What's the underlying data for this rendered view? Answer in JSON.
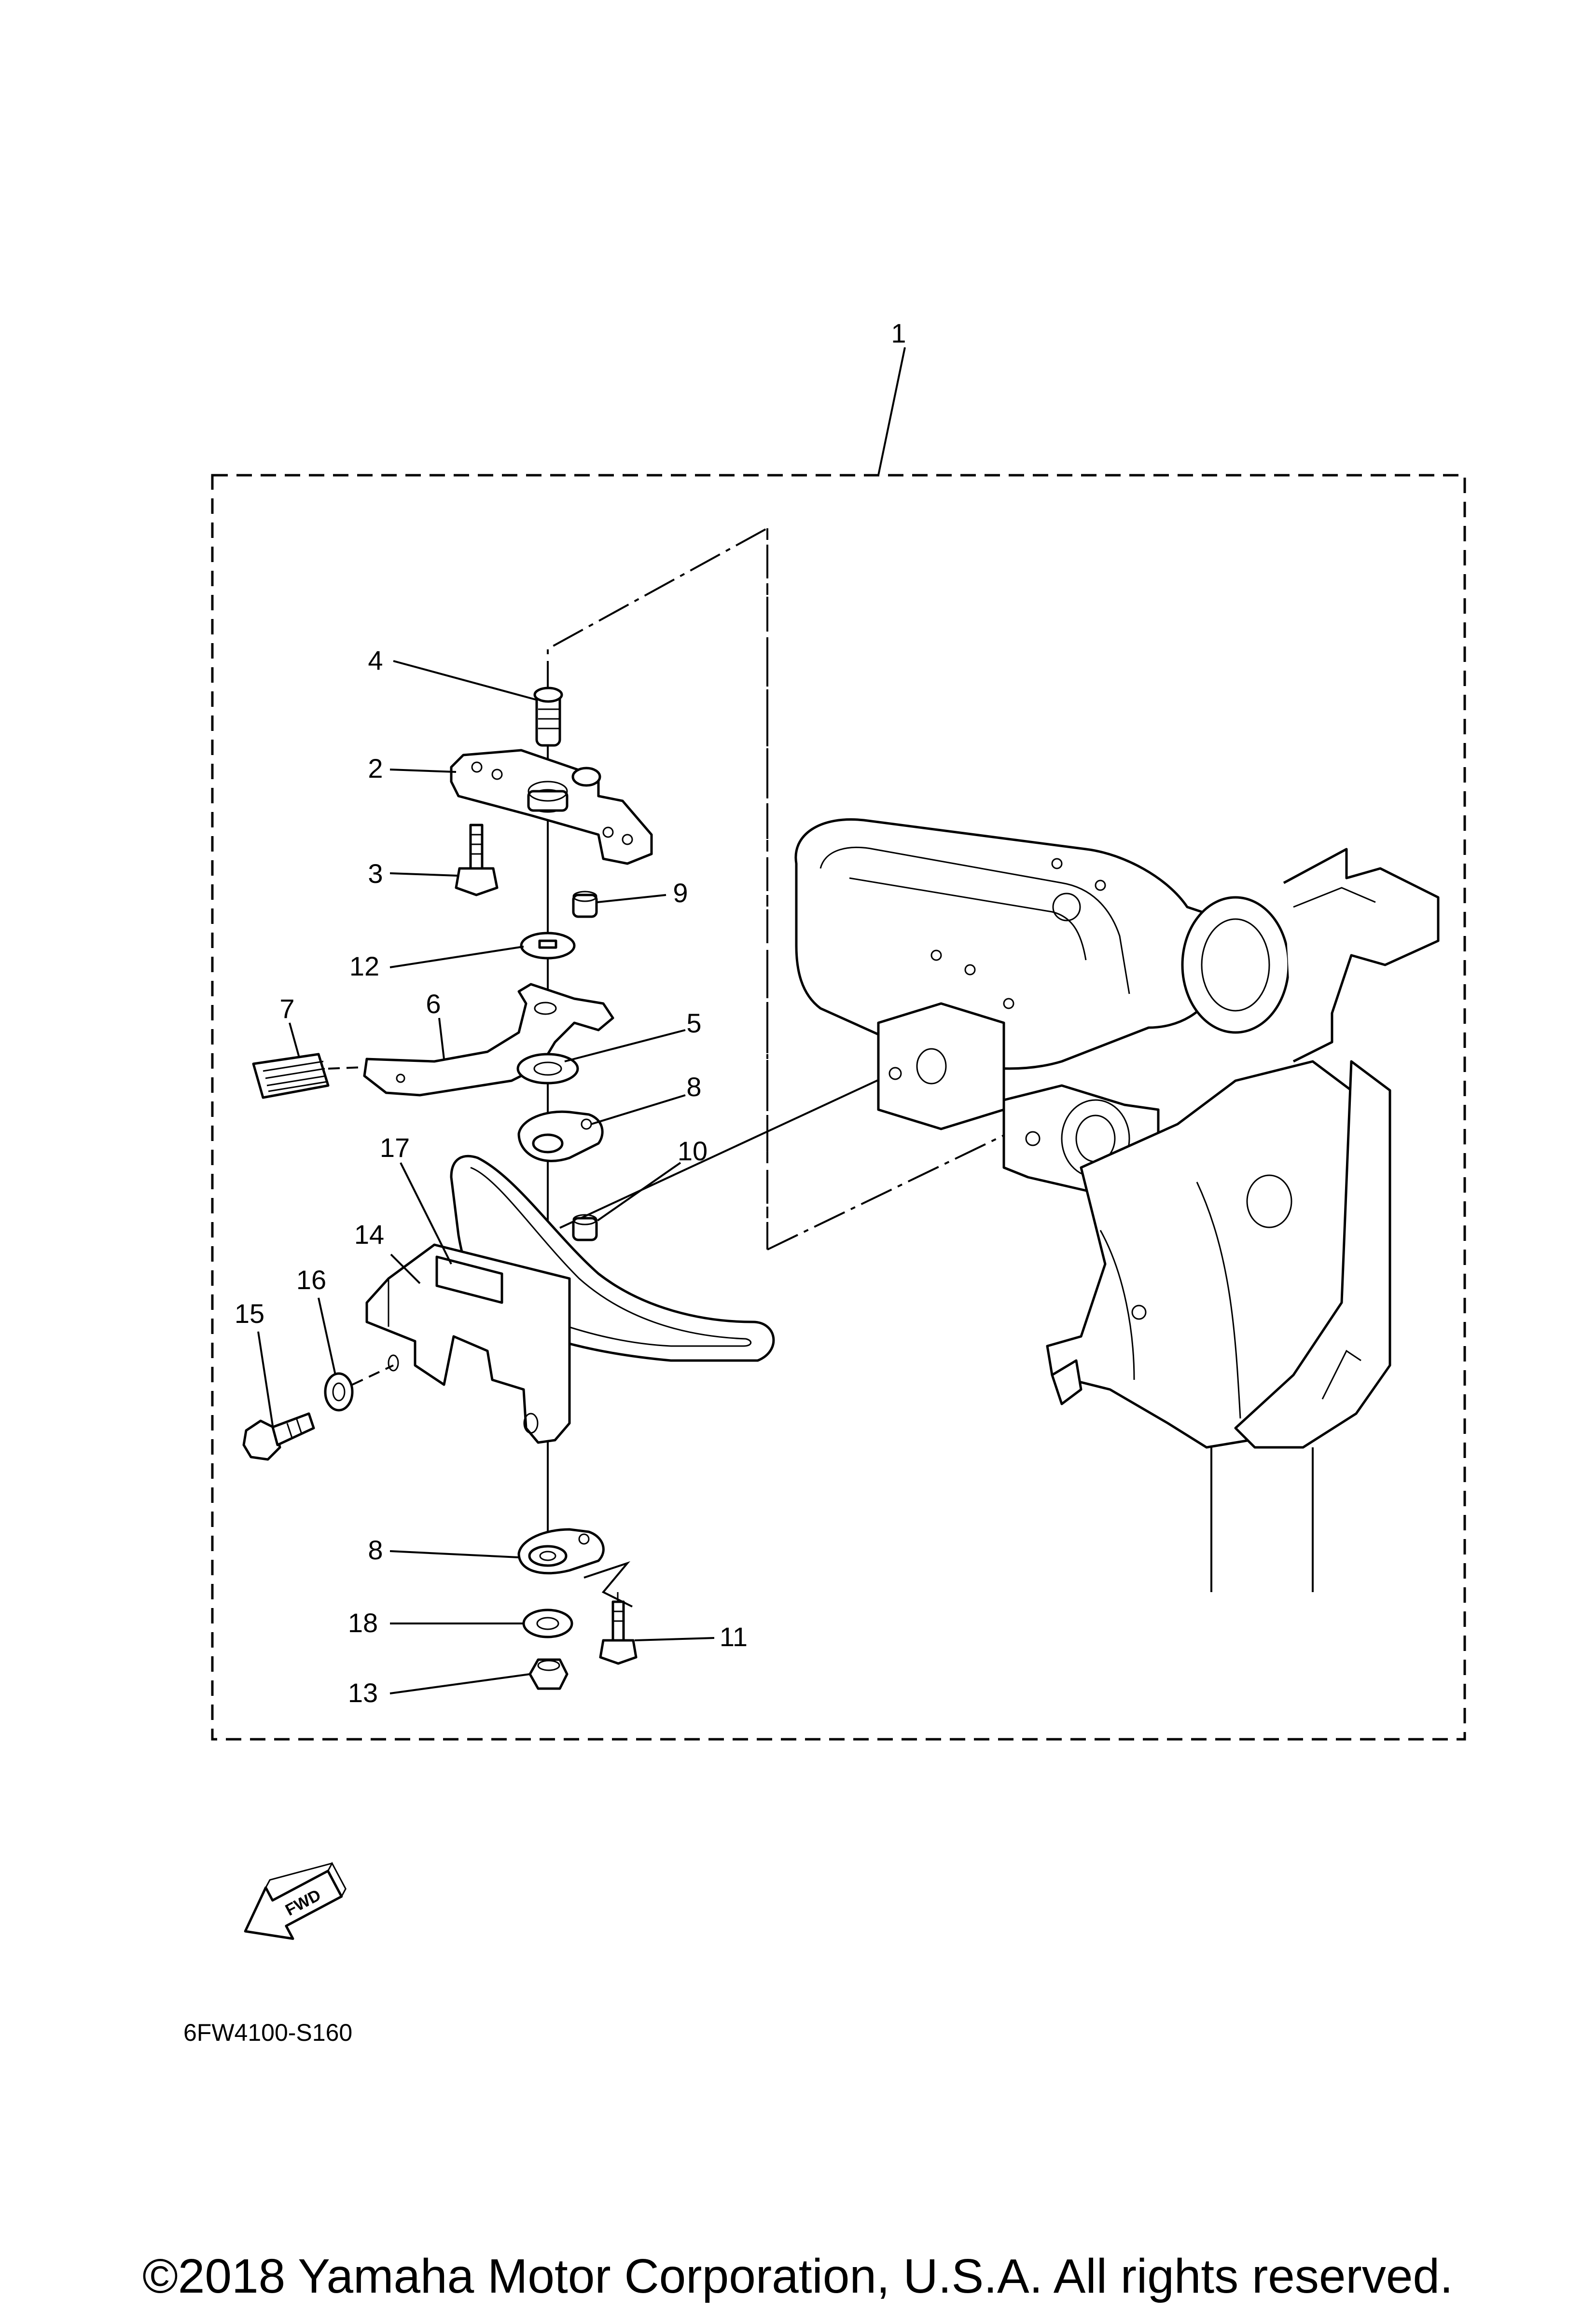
{
  "diagram": {
    "part_labels": [
      {
        "id": "1",
        "text": "1"
      },
      {
        "id": "2",
        "text": "2"
      },
      {
        "id": "3",
        "text": "3"
      },
      {
        "id": "4",
        "text": "4"
      },
      {
        "id": "5",
        "text": "5"
      },
      {
        "id": "6",
        "text": "6"
      },
      {
        "id": "7",
        "text": "7"
      },
      {
        "id": "8a",
        "text": "8"
      },
      {
        "id": "8b",
        "text": "8"
      },
      {
        "id": "9",
        "text": "9"
      },
      {
        "id": "10",
        "text": "10"
      },
      {
        "id": "11",
        "text": "11"
      },
      {
        "id": "12",
        "text": "12"
      },
      {
        "id": "13",
        "text": "13"
      },
      {
        "id": "14",
        "text": "14"
      },
      {
        "id": "15",
        "text": "15"
      },
      {
        "id": "16",
        "text": "16"
      },
      {
        "id": "17",
        "text": "17"
      },
      {
        "id": "18",
        "text": "18"
      }
    ],
    "direction_arrow": "FWD",
    "diagram_code": "6FW4100-S160",
    "copyright": "©2018 Yamaha Motor Corporation, U.S.A. All rights reserved."
  }
}
